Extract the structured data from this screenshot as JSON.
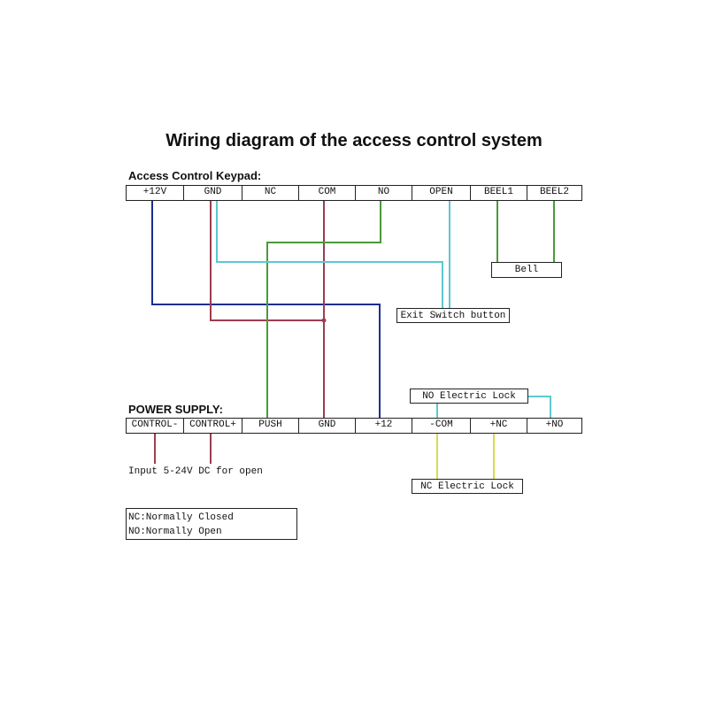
{
  "title": "Wiring diagram of the access control system",
  "keypad": {
    "label": "Access Control Keypad:",
    "terminals": [
      "+12V",
      "GND",
      "NC",
      "COM",
      "NO",
      "OPEN",
      "BEEL1",
      "BEEL2"
    ]
  },
  "power_supply": {
    "label": "POWER SUPPLY:",
    "terminals": [
      "CONTROL-",
      "CONTROL+",
      "PUSH",
      "GND",
      "+12",
      "-COM",
      "+NC",
      "+NO"
    ]
  },
  "devices": {
    "bell": "Bell",
    "exit_switch": "Exit Switch button",
    "no_lock": "NO Electric Lock",
    "nc_lock": "NC Electric Lock"
  },
  "input_note": "Input 5-24V DC for open",
  "legend": {
    "nc": "NC:Normally Closed",
    "no": "NO:Normally Open"
  },
  "wire_colors": {
    "blue": "#1b2f8f",
    "maroon": "#9b3e4e",
    "green": "#4a9a3a",
    "cyan": "#5cc8d0",
    "yellow": "#d8dc4a"
  }
}
